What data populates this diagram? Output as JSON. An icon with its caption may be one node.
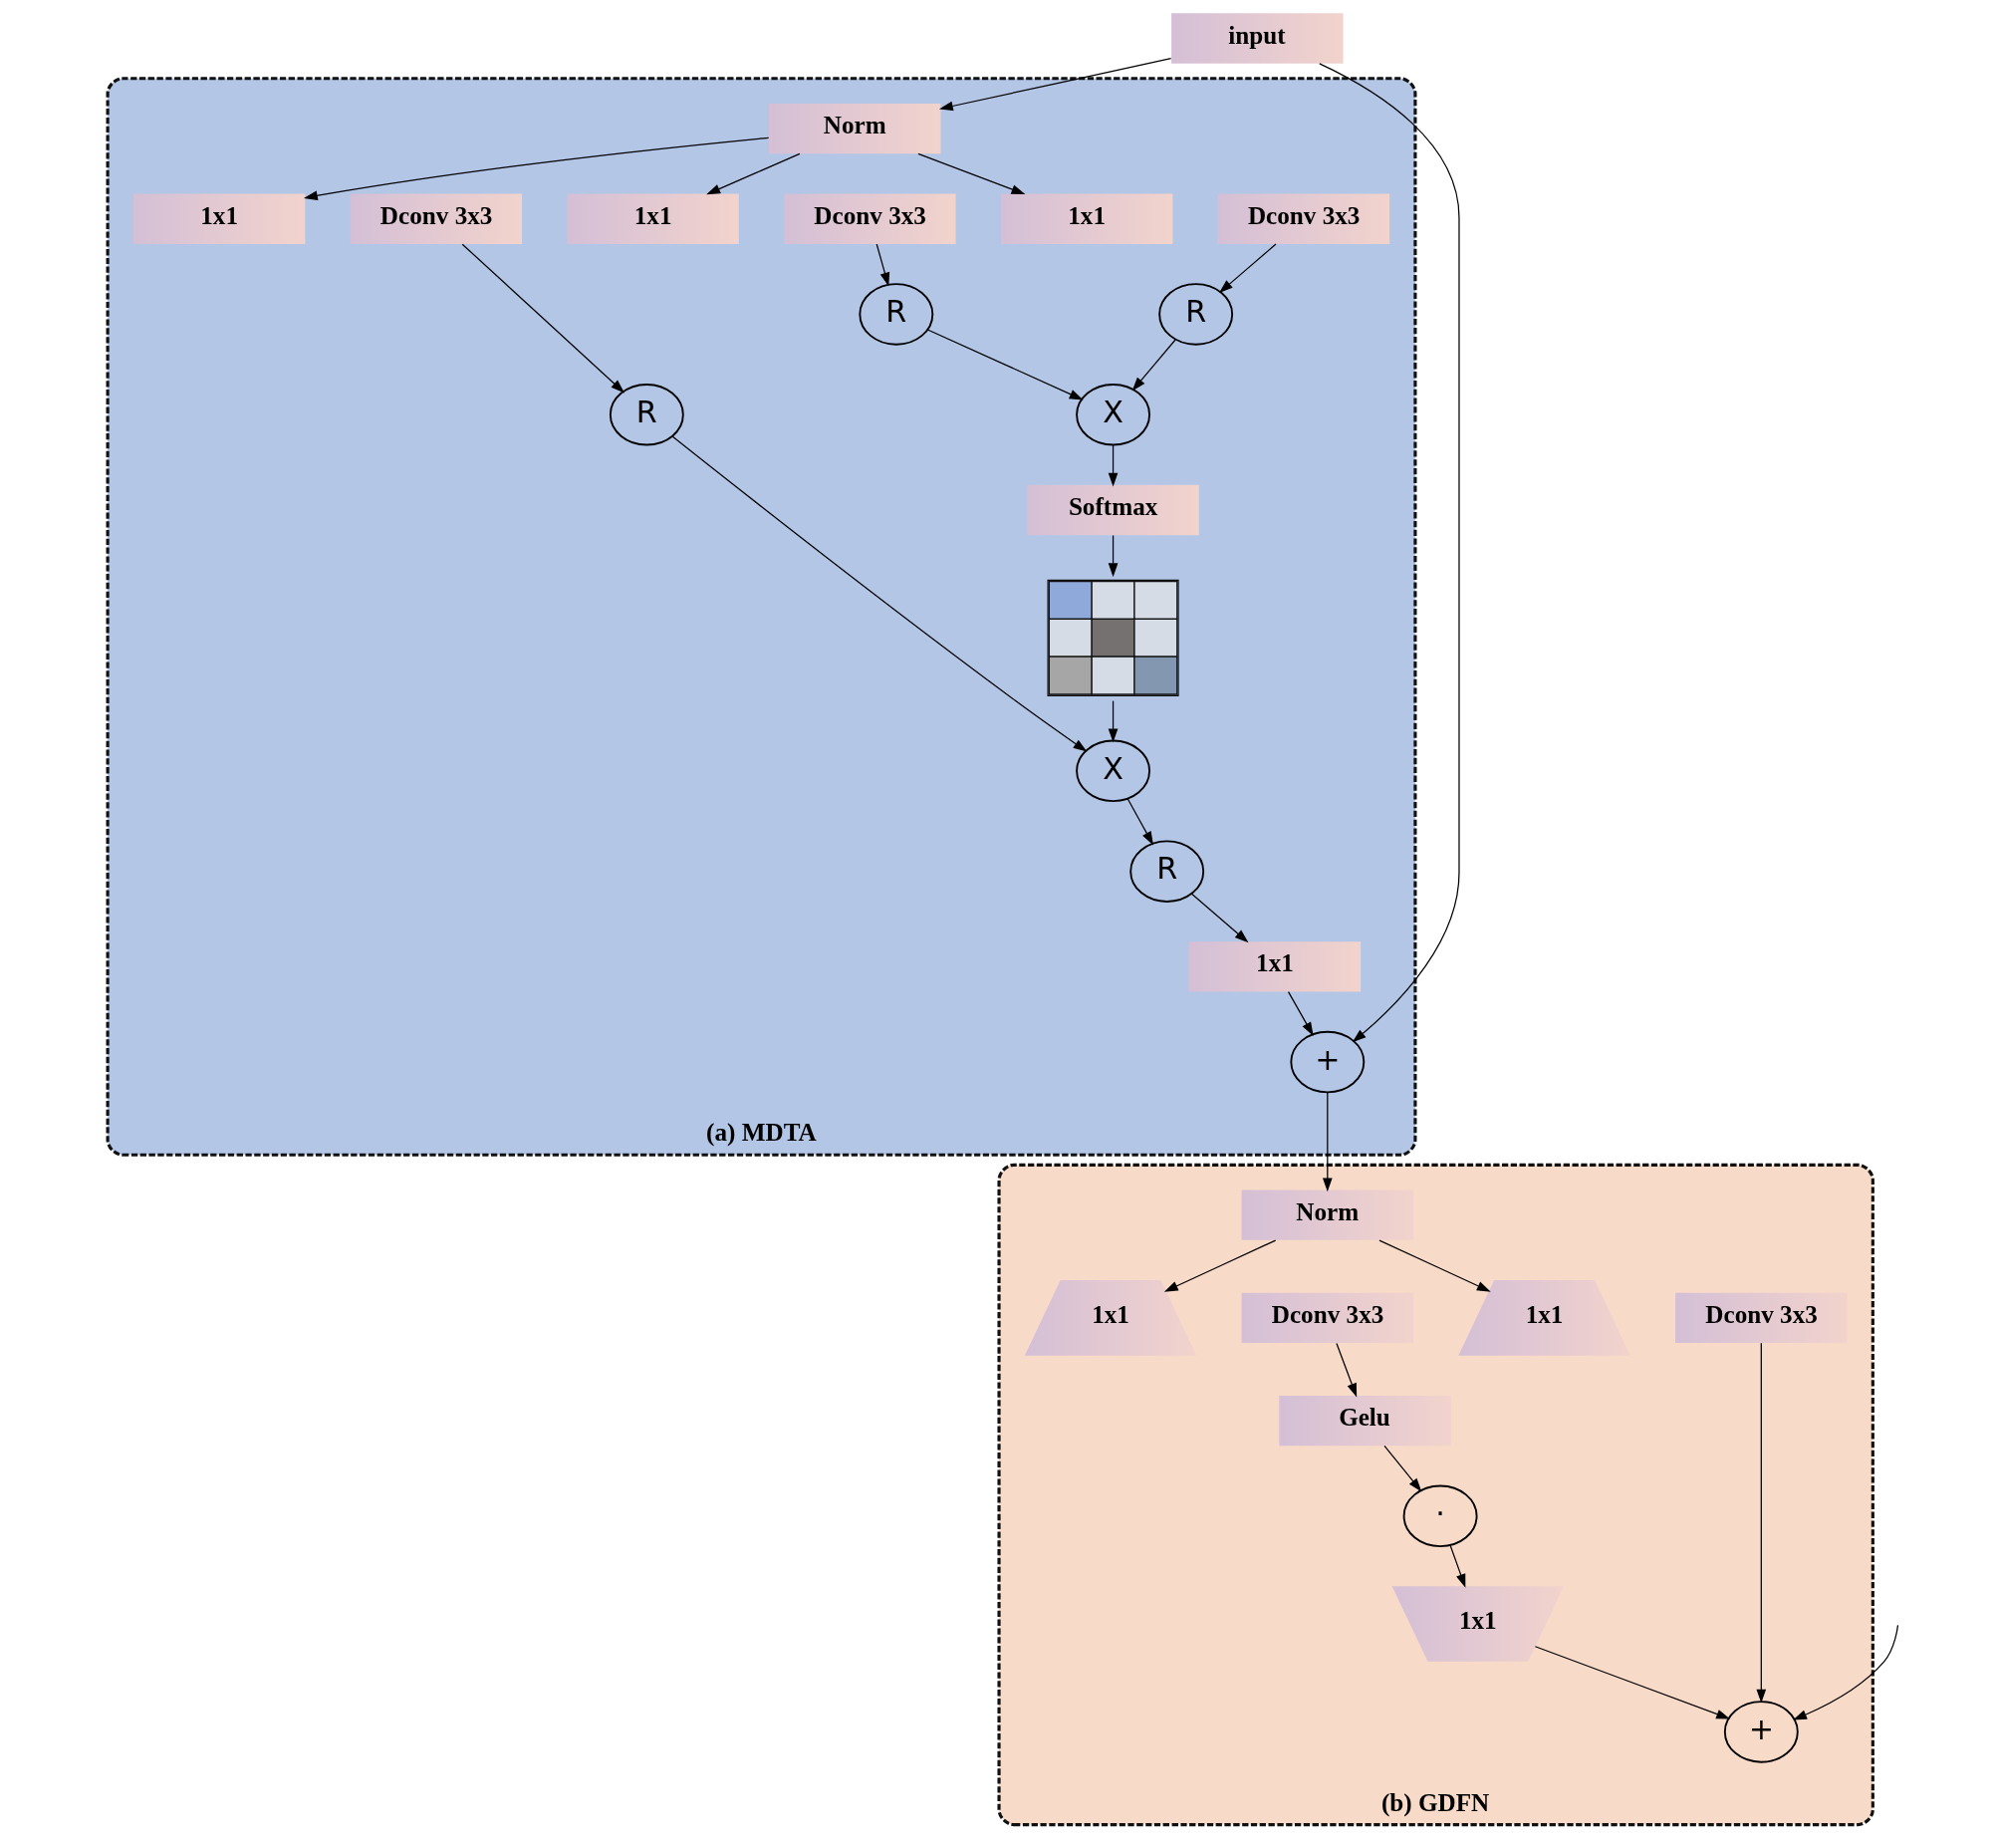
{
  "diagram": {
    "nodes": [
      {
        "text": [
          "input"
        ]
      },
      {
        "text": [
          "(a) MDTA"
        ]
      },
      {
        "text": [
          "Norm"
        ],
        "in": 1
      },
      {
        "text": [
          "1x1"
        ],
        "in": 1
      },
      {
        "text": [
          "Dconv 3x3"
        ],
        "in": 1
      },
      {
        "text": [
          "1x1"
        ],
        "in": 1
      },
      {
        "text": [
          "Dconv 3x3"
        ],
        "in": 1
      },
      {
        "text": [
          "1x1"
        ],
        "in": 1
      },
      {
        "text": [
          "Dconv 3x3"
        ],
        "in": 1
      },
      {
        "text": [
          "R"
        ],
        "in": 1
      },
      {
        "text": [
          "R"
        ],
        "in": 1
      },
      {
        "text": [
          "R"
        ],
        "in": 1
      },
      {
        "text": [
          "X"
        ],
        "in": 1
      },
      {
        "text": [
          "Softmax"
        ],
        "in": 1
      },
      {
        "text": [],
        "shape": "picture",
        "in": 1
      },
      {
        "text": [
          "X"
        ],
        "in": 1
      },
      {
        "text": [
          "R"
        ],
        "in": 1
      },
      {
        "text": [
          "1x1"
        ],
        "in": 1
      },
      {
        "text": [
          "+"
        ],
        "in": 1
      },
      {
        "text": [
          "(b) GDFN"
        ]
      },
      {
        "text": [
          "Norm"
        ],
        "in": 19
      },
      {
        "text": [
          "1x1"
        ],
        "in": 19
      },
      {
        "text": [
          "Dconv 3x3"
        ],
        "in": 19
      },
      {
        "text": [
          "1x1"
        ],
        "in": 19
      },
      {
        "text": [
          "Dconv 3x3"
        ],
        "in": 19
      },
      {
        "text": [
          "Gelu"
        ],
        "in": 19
      },
      {
        "text": [
          "·"
        ],
        "in": 19
      },
      {
        "text": [
          "1x1"
        ],
        "in": 19
      },
      {
        "text": [
          "+"
        ],
        "in": 19
      }
    ],
    "edges": [
      {
        "from": 0,
        "to": 2,
        "arrow": "to"
      },
      {
        "from": 0,
        "to": 18,
        "arrow": "to"
      },
      {
        "from": 2,
        "to": 3,
        "arrow": "to"
      },
      {
        "from": 2,
        "to": 5,
        "arrow": "to"
      },
      {
        "from": 2,
        "to": 7,
        "arrow": "to"
      },
      {
        "from": 4,
        "to": 9,
        "arrow": "to"
      },
      {
        "from": 6,
        "to": 10,
        "arrow": "to"
      },
      {
        "from": 8,
        "to": 11,
        "arrow": "to"
      },
      {
        "from": 10,
        "to": 12,
        "arrow": "to"
      },
      {
        "from": 11,
        "to": 12,
        "arrow": "to"
      },
      {
        "from": 12,
        "to": 13,
        "arrow": "to"
      },
      {
        "from": 13,
        "to": 14,
        "arrow": "to"
      },
      {
        "from": 9,
        "to": 15,
        "arrow": "to"
      },
      {
        "from": 14,
        "to": 15,
        "arrow": "to"
      },
      {
        "from": 15,
        "to": 16,
        "arrow": "to"
      },
      {
        "from": 16,
        "to": 17,
        "arrow": "to"
      },
      {
        "from": 17,
        "to": 18,
        "arrow": "to"
      },
      {
        "from": 18,
        "to": 20,
        "arrow": "to"
      },
      {
        "from": 20,
        "to": 21,
        "arrow": "to"
      },
      {
        "from": 20,
        "to": 23,
        "arrow": "to"
      },
      {
        "from": 22,
        "to": 25,
        "arrow": "to"
      },
      {
        "from": 25,
        "to": 26,
        "arrow": "to"
      },
      {
        "from": 26,
        "to": 27,
        "arrow": "to"
      },
      {
        "from": 27,
        "to": 28,
        "arrow": "to"
      },
      {
        "from": 24,
        "to": 28,
        "arrow": "to"
      },
      {
        "from": null,
        "to": 28,
        "arrow": "to"
      }
    ]
  }
}
